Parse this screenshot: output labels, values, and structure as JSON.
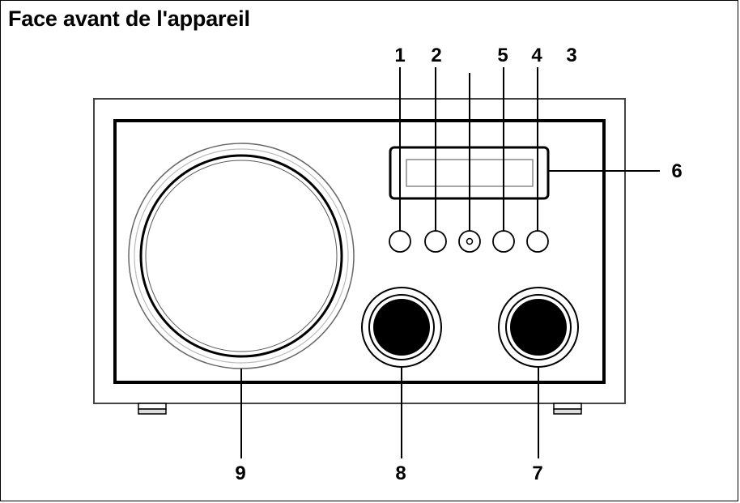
{
  "title": "Face avant de l'appareil",
  "callouts": {
    "c1": "1",
    "c2": "2",
    "c3": "3",
    "c4": "4",
    "c5": "5",
    "c6": "6",
    "c7": "7",
    "c8": "8",
    "c9": "9"
  }
}
